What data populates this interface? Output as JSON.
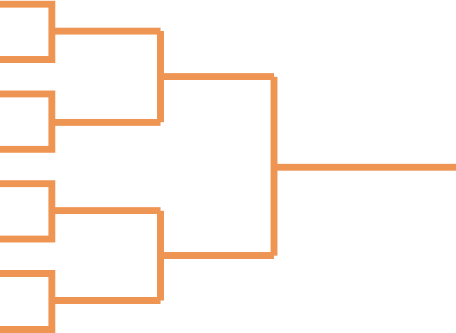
{
  "diagram": {
    "type": "tournament-bracket",
    "line_color": "#ef9554",
    "background": "#ffffff",
    "rounds": 3,
    "entrants": 8,
    "matches_per_round": [
      4,
      2,
      1
    ]
  }
}
